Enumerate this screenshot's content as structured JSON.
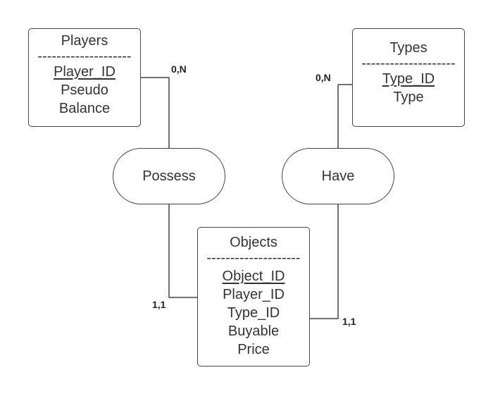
{
  "entities": {
    "players": {
      "title": "Players",
      "separator": "--------------------",
      "attributes": [
        "Player_ID",
        "Pseudo",
        "Balance"
      ],
      "primary_key": "Player_ID"
    },
    "types": {
      "title": "Types",
      "separator": "--------------------",
      "attributes": [
        "Type_ID",
        "Type"
      ],
      "primary_key": "Type_ID"
    },
    "objects": {
      "title": "Objects",
      "separator": "--------------------",
      "attributes": [
        "Object_ID",
        "Player_ID",
        "Type_ID",
        "Buyable",
        "Price"
      ],
      "primary_key": "Object_ID"
    }
  },
  "relations": {
    "possess": {
      "label": "Possess"
    },
    "have": {
      "label": "Have"
    }
  },
  "cardinalities": {
    "players_possess": "0,N",
    "objects_possess": "1,1",
    "types_have": "0,N",
    "objects_have": "1,1"
  },
  "colors": {
    "stroke": "#444444",
    "text": "#333333",
    "background": "#ffffff"
  }
}
